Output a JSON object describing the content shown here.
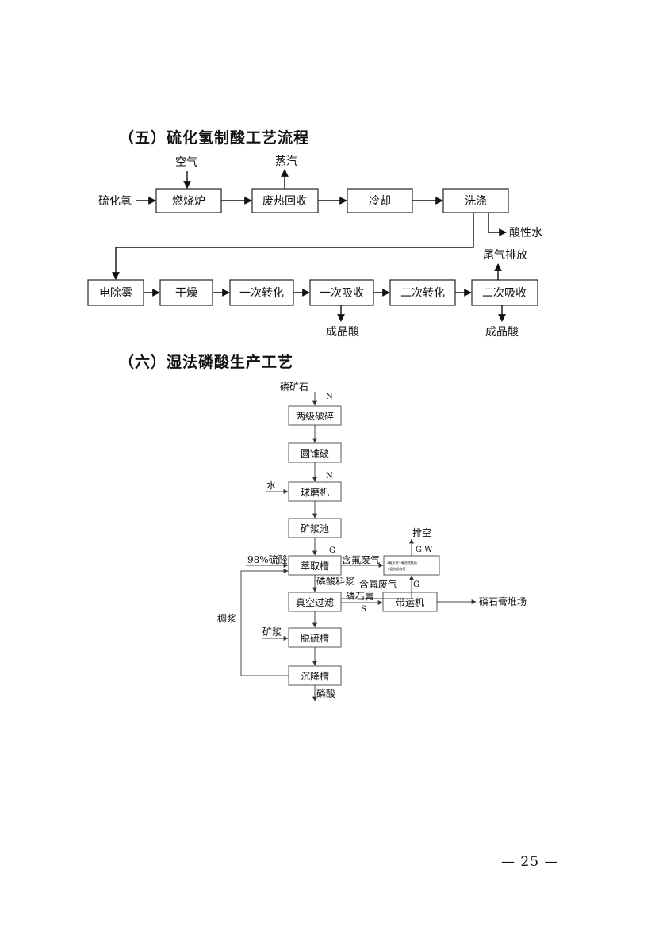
{
  "section5": {
    "heading": "（五）硫化氢制酸工艺流程",
    "inputs": {
      "h2s": "硫化氢",
      "air": "空气"
    },
    "row1": [
      "燃烧炉",
      "废热回收",
      "冷却",
      "洗涤"
    ],
    "row2": [
      "电除雾",
      "干燥",
      "一次转化",
      "一次吸收",
      "二次转化",
      "二次吸收"
    ],
    "outputs": {
      "steam": "蒸汽",
      "acid_water": "酸性水",
      "tail_gas": "尾气排放",
      "product1": "成品酸",
      "product2": "成品酸"
    }
  },
  "section6": {
    "heading": "（六）湿法磷酸生产工艺",
    "ore": "磷矿石",
    "steps": [
      "两级破碎",
      "圆锥破",
      "球磨机",
      "矿浆池",
      "萃取槽",
      "真空过滤",
      "脱硫槽",
      "沉降槽"
    ],
    "belt": "带运机",
    "scrubber": [
      "2级水洗+碱洗除氟塔",
      "+复合吸收塔"
    ],
    "labels": {
      "n1": "N",
      "n2": "N",
      "water": "水",
      "g_extract": "G",
      "sulfuric": "98%硫酸",
      "f_gas1": "含氟废气",
      "f_gas2": "含氟废气",
      "g_filter": "G",
      "slurry": "磷酸料浆",
      "gypsum": "磷石膏",
      "s": "S",
      "stack": "磷石膏堆场",
      "vent": "排空",
      "gw": "G W",
      "thick": "稠浆",
      "pulp": "矿浆",
      "phos_acid": "磷酸"
    }
  },
  "page_number": "— 25 —"
}
